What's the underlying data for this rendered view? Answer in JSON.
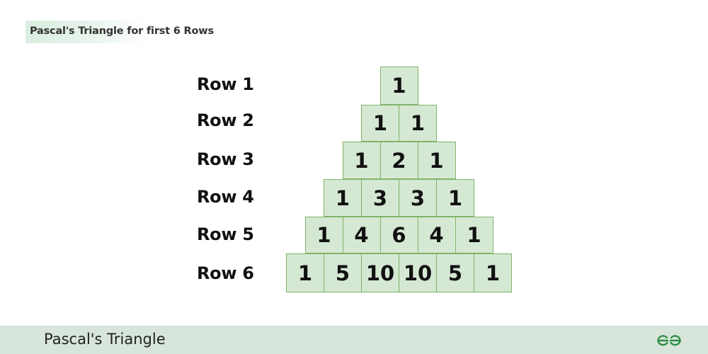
{
  "title": "Pascal's Triangle for first 6 Rows",
  "rows": [
    {
      "label": "Row 1",
      "values": [
        1
      ]
    },
    {
      "label": "Row 2",
      "values": [
        1,
        1
      ]
    },
    {
      "label": "Row 3",
      "values": [
        1,
        2,
        1
      ]
    },
    {
      "label": "Row 4",
      "values": [
        1,
        3,
        3,
        1
      ]
    },
    {
      "label": "Row 5",
      "values": [
        1,
        4,
        6,
        4,
        1
      ]
    },
    {
      "label": "Row 6",
      "values": [
        1,
        5,
        10,
        10,
        5,
        1
      ]
    }
  ],
  "footer": {
    "text": "Pascal's Triangle",
    "logo_icon": "geeksforgeeks-logo-icon"
  },
  "colors": {
    "cell_fill": "#d5e8d4",
    "cell_border": "#82b366",
    "title_bg": "#d9ede0",
    "footer_bg": "#d7e5da",
    "logo": "#2f8d46"
  }
}
